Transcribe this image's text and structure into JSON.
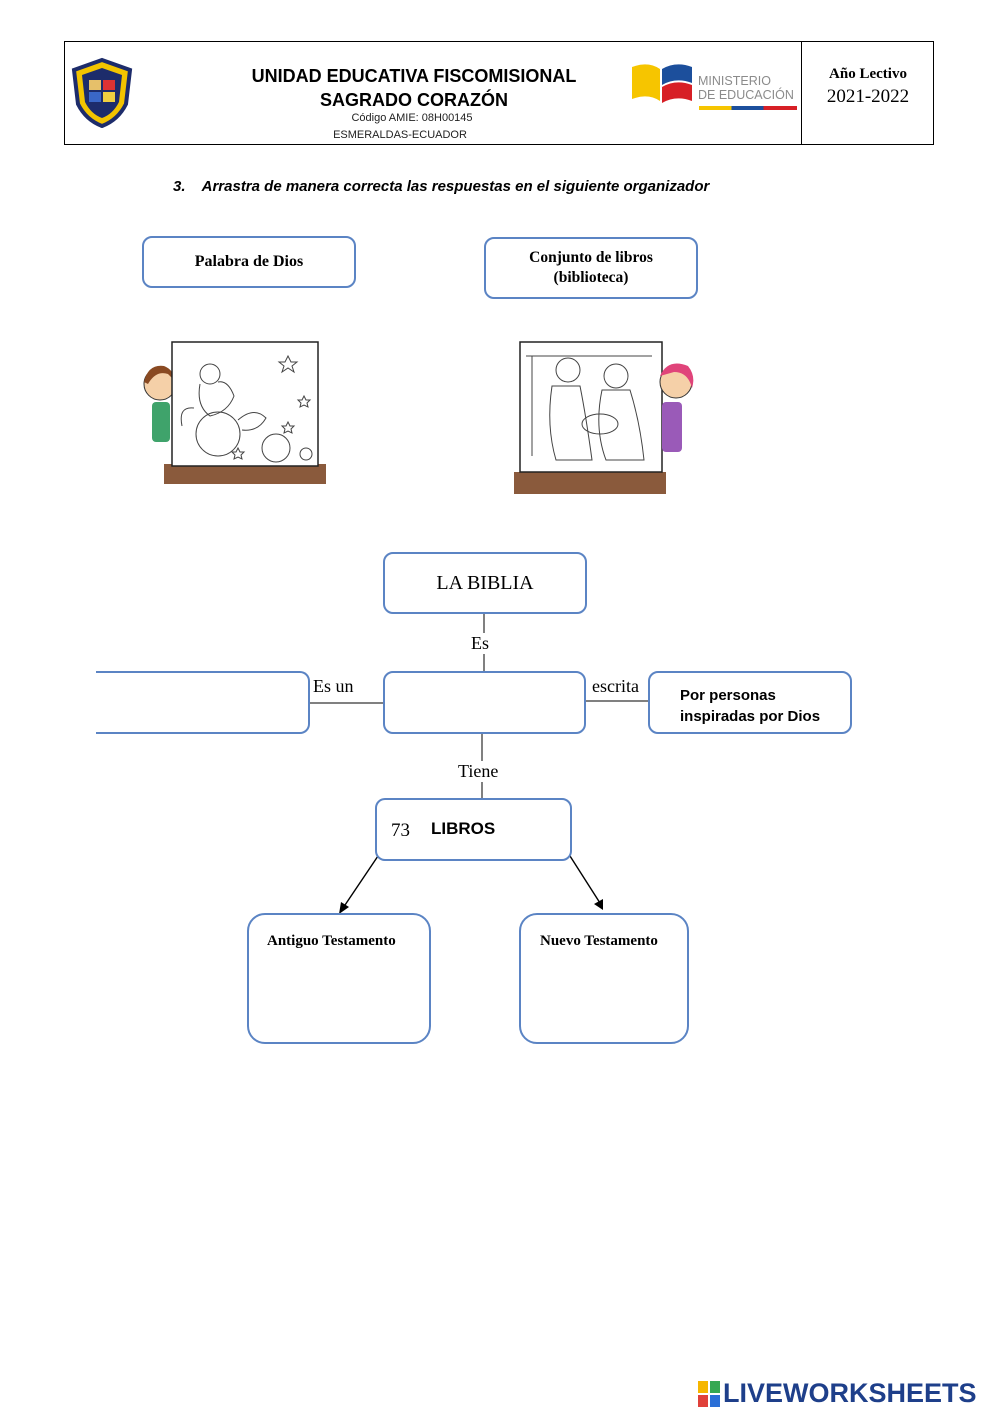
{
  "header": {
    "school_name_line1": "UNIDAD EDUCATIVA FISCOMISIONAL",
    "school_name_line2": "SAGRADO CORAZÓN",
    "amie_code": "Código AMIE: 08H00145",
    "location": "ESMERALDAS-ECUADOR",
    "ministry_line1": "MINISTERIO",
    "ministry_line2": "DE EDUCACIÓN",
    "year_label": "Año Lectivo",
    "year_value": "2021-2022"
  },
  "instruction": "3.    Arrastra de manera correcta las respuestas en el siguiente organizador",
  "answers": {
    "option1": "Palabra de Dios",
    "option2_line1": "Conjunto de libros",
    "option2_line2": "(biblioteca)"
  },
  "organizer": {
    "root": "LA BIBLIA",
    "link_es": "Es",
    "link_es_un": "Es un",
    "link_escrita": "escrita",
    "link_tiene": "Tiene",
    "right_line1": "Por personas",
    "right_line2": "inspiradas por Dios",
    "books_number": "73",
    "books_label": "LIBROS",
    "old_testament": "Antiguo Testamento",
    "new_testament": "Nuevo Testamento"
  },
  "footer": {
    "brand": "LIVEWORKSHEETS"
  },
  "icons": [
    "school-shield-icon",
    "ministry-flag-icon",
    "illustration-god-creation",
    "illustration-holy-family",
    "liveworksheets-logo-icon"
  ],
  "colors": {
    "box_border": "#5b84c4",
    "brand_blue": "#1e3f8a"
  }
}
